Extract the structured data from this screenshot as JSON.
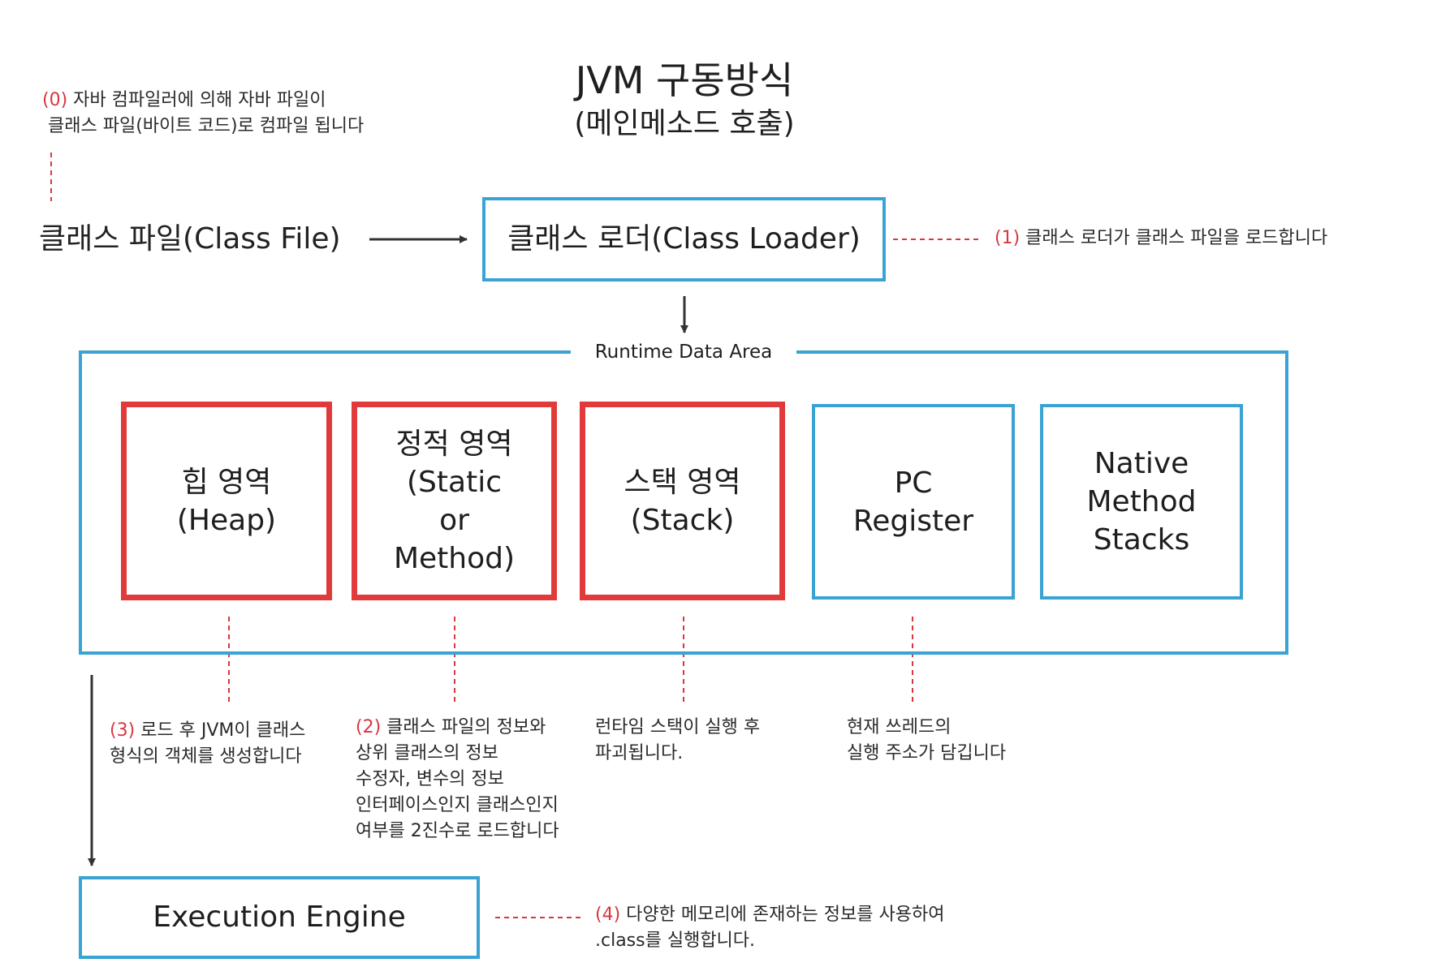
{
  "title": "JVM 구동방식",
  "subtitle": "(메인메소드 호출)",
  "colors": {
    "blue_border": "#3aa3d3",
    "red_border": "#e03a3a",
    "note_number": "#d9363e"
  },
  "class_file": {
    "label": "클래스 파일(Class File)"
  },
  "class_loader": {
    "label": "클래스 로더(Class Loader)"
  },
  "runtime_data_area": {
    "label": "Runtime Data Area",
    "areas": [
      {
        "lines": [
          "힙 영역",
          "(Heap)"
        ],
        "highlight": "red"
      },
      {
        "lines": [
          "정적 영역",
          "(Static",
          "or",
          "Method)"
        ],
        "highlight": "red"
      },
      {
        "lines": [
          "스택 영역",
          "(Stack)"
        ],
        "highlight": "red"
      },
      {
        "lines": [
          "PC",
          "Register"
        ],
        "highlight": "blue"
      },
      {
        "lines": [
          "Native",
          "Method",
          "Stacks"
        ],
        "highlight": "blue"
      }
    ]
  },
  "execution_engine": {
    "label": "Execution Engine"
  },
  "notes": {
    "n0": {
      "num": "(0)",
      "line1": " 자바 컴파일러에 의해 자바 파일이",
      "line2": "클래스 파일(바이트 코드)로 컴파일 됩니다"
    },
    "n1": {
      "num": "(1)",
      "line1": " 클래스 로더가 클래스 파일을 로드합니다"
    },
    "n2": {
      "num": "(2)",
      "line1": " 클래스 파일의 정보와",
      "line2": "상위 클래스의 정보",
      "line3": "수정자, 변수의 정보",
      "line4": "인터페이스인지 클래스인지",
      "line5": "여부를 2진수로 로드합니다"
    },
    "n3": {
      "num": "(3)",
      "line1": " 로드 후 JVM이 클래스",
      "line2": "형식의 객체를 생성합니다"
    },
    "stack": {
      "line1": "런타임 스택이 실행 후",
      "line2": "파괴됩니다."
    },
    "pc": {
      "line1": "현재 쓰레드의",
      "line2": "실행 주소가 담깁니다"
    },
    "n4": {
      "num": "(4)",
      "line1": " 다양한 메모리에 존재하는 정보를 사용하여",
      "line2": ".class를 실행합니다."
    }
  }
}
